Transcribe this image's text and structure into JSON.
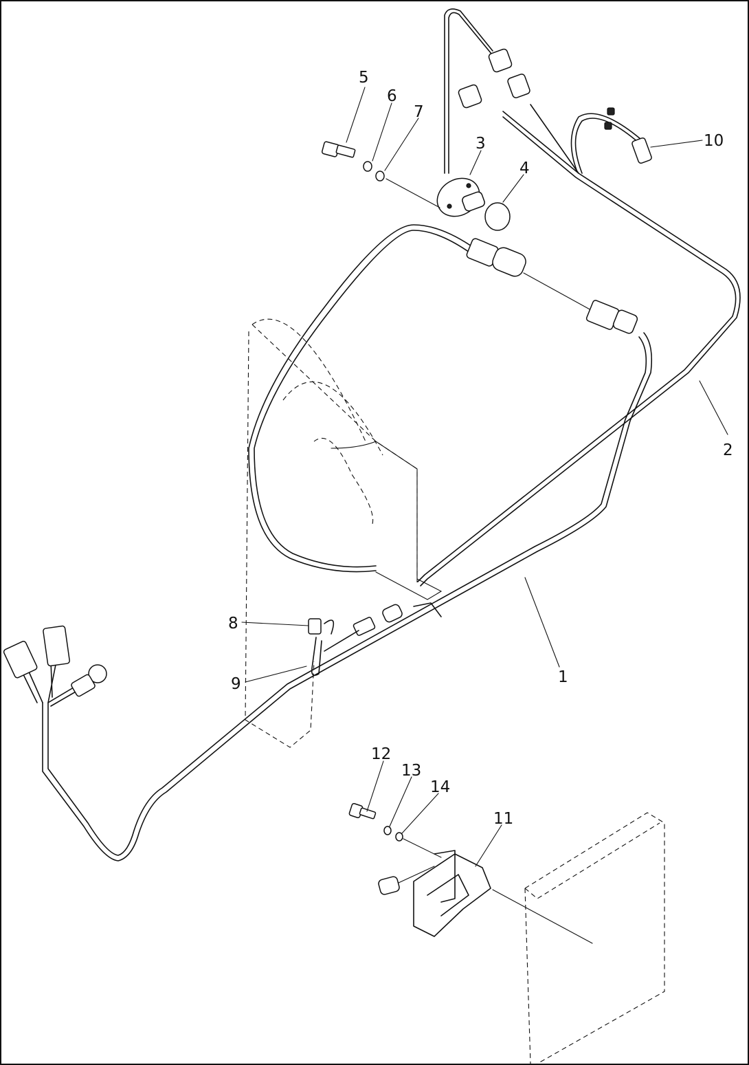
{
  "diagram": {
    "callouts": [
      {
        "id": "callout-1",
        "text": "1"
      },
      {
        "id": "callout-2",
        "text": "2"
      },
      {
        "id": "callout-3",
        "text": "3"
      },
      {
        "id": "callout-4",
        "text": "4"
      },
      {
        "id": "callout-5",
        "text": "5"
      },
      {
        "id": "callout-6",
        "text": "6"
      },
      {
        "id": "callout-7",
        "text": "7"
      },
      {
        "id": "callout-8",
        "text": "8"
      },
      {
        "id": "callout-9",
        "text": "9"
      },
      {
        "id": "callout-10",
        "text": "10"
      },
      {
        "id": "callout-11",
        "text": "11"
      },
      {
        "id": "callout-12",
        "text": "12"
      },
      {
        "id": "callout-13",
        "text": "13"
      },
      {
        "id": "callout-14",
        "text": "14"
      }
    ]
  }
}
